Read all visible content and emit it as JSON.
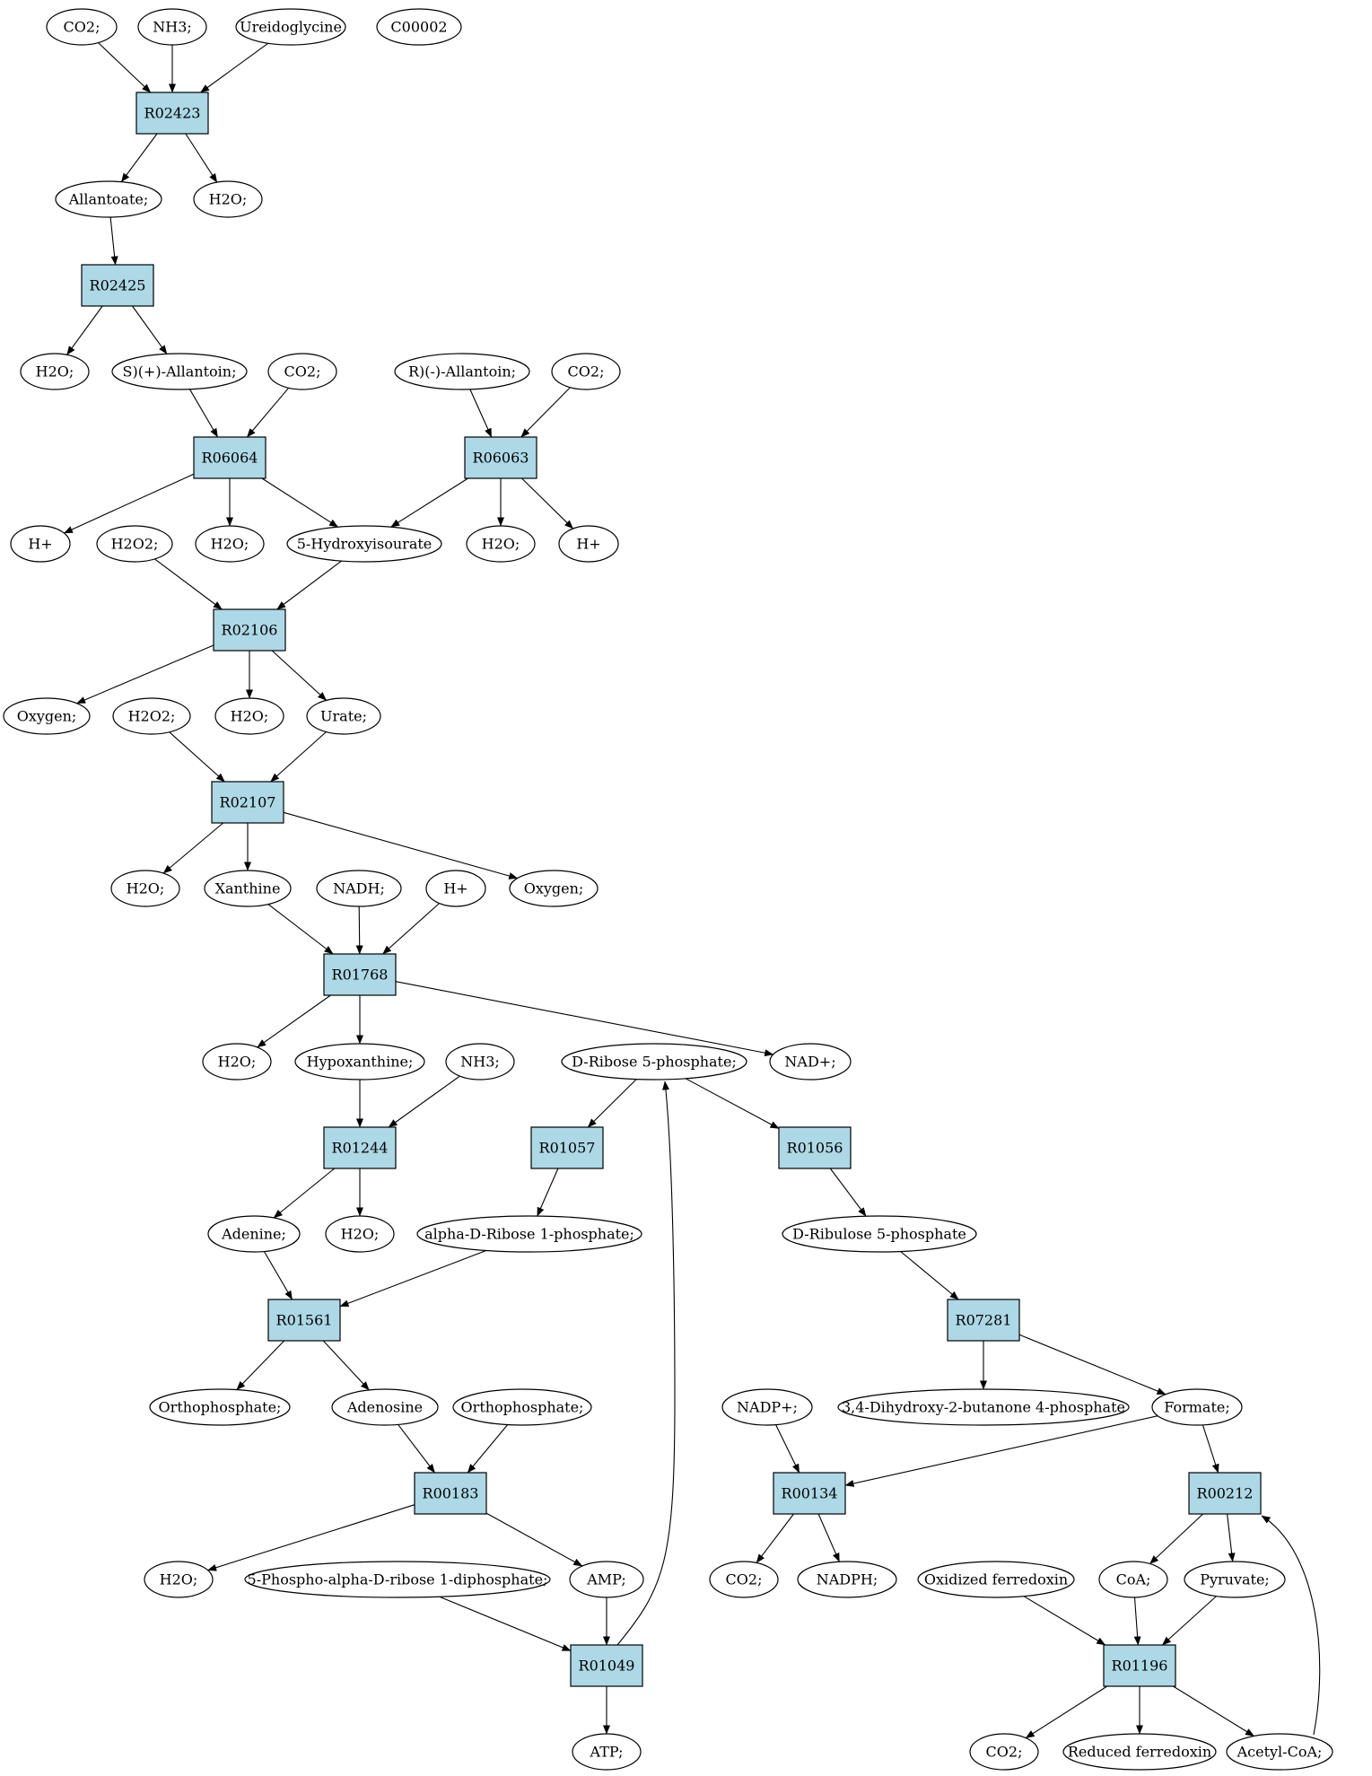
{
  "graph": {
    "colors": {
      "reaction_fill": "#add8e6",
      "compound_fill": "#ffffff",
      "source_fill": "#ffff00",
      "target_fill": "#00ff00",
      "edge": "#000000"
    },
    "nodes": [
      {
        "id": "co2_a",
        "label": "CO2;",
        "shape": "ellipse"
      },
      {
        "id": "nh3_a",
        "label": "NH3;",
        "shape": "ellipse"
      },
      {
        "id": "ureido",
        "label": "Ureidoglycine",
        "shape": "ellipse"
      },
      {
        "id": "c00002",
        "label": "C00002",
        "shape": "ellipse",
        "highlight": "source"
      },
      {
        "id": "r02423",
        "label": "R02423",
        "shape": "box"
      },
      {
        "id": "allantoate",
        "label": "Allantoate;",
        "shape": "ellipse"
      },
      {
        "id": "h2o_a",
        "label": "H2O;",
        "shape": "ellipse"
      },
      {
        "id": "r02425",
        "label": "R02425",
        "shape": "box"
      },
      {
        "id": "h2o_b",
        "label": "H2O;",
        "shape": "ellipse"
      },
      {
        "id": "s_allantoin",
        "label": "S)(+)-Allantoin;",
        "shape": "ellipse"
      },
      {
        "id": "co2_b",
        "label": "CO2;",
        "shape": "ellipse"
      },
      {
        "id": "r_allantoin",
        "label": "R)(-)-Allantoin;",
        "shape": "ellipse"
      },
      {
        "id": "co2_c",
        "label": "CO2;",
        "shape": "ellipse"
      },
      {
        "id": "r06064",
        "label": "R06064",
        "shape": "box"
      },
      {
        "id": "r06063",
        "label": "R06063",
        "shape": "box"
      },
      {
        "id": "hplus_a",
        "label": "H+",
        "shape": "ellipse"
      },
      {
        "id": "h2o2_a",
        "label": "H2O2;",
        "shape": "ellipse"
      },
      {
        "id": "h2o_c",
        "label": "H2O;",
        "shape": "ellipse"
      },
      {
        "id": "hydroxyisourate",
        "label": "5-Hydroxyisourate",
        "shape": "ellipse"
      },
      {
        "id": "h2o_d",
        "label": "H2O;",
        "shape": "ellipse"
      },
      {
        "id": "hplus_b",
        "label": "H+",
        "shape": "ellipse"
      },
      {
        "id": "r02106",
        "label": "R02106",
        "shape": "box"
      },
      {
        "id": "oxygen_a",
        "label": "Oxygen;",
        "shape": "ellipse"
      },
      {
        "id": "h2o2_b",
        "label": "H2O2;",
        "shape": "ellipse"
      },
      {
        "id": "h2o_e",
        "label": "H2O;",
        "shape": "ellipse"
      },
      {
        "id": "urate",
        "label": "Urate;",
        "shape": "ellipse"
      },
      {
        "id": "r02107",
        "label": "R02107",
        "shape": "box"
      },
      {
        "id": "h2o_f",
        "label": "H2O;",
        "shape": "ellipse"
      },
      {
        "id": "xanthine",
        "label": "Xanthine",
        "shape": "ellipse"
      },
      {
        "id": "nadh",
        "label": "NADH;",
        "shape": "ellipse"
      },
      {
        "id": "hplus_c",
        "label": "H+",
        "shape": "ellipse"
      },
      {
        "id": "oxygen_b",
        "label": "Oxygen;",
        "shape": "ellipse"
      },
      {
        "id": "r01768",
        "label": "R01768",
        "shape": "box"
      },
      {
        "id": "h2o_g",
        "label": "H2O;",
        "shape": "ellipse"
      },
      {
        "id": "hypoxanthine",
        "label": "Hypoxanthine;",
        "shape": "ellipse"
      },
      {
        "id": "nh3_b",
        "label": "NH3;",
        "shape": "ellipse"
      },
      {
        "id": "ribose5p",
        "label": "D-Ribose 5-phosphate;",
        "shape": "ellipse",
        "highlight": "target"
      },
      {
        "id": "nadplus",
        "label": "NAD+;",
        "shape": "ellipse"
      },
      {
        "id": "r01244",
        "label": "R01244",
        "shape": "box"
      },
      {
        "id": "r01057",
        "label": "R01057",
        "shape": "box"
      },
      {
        "id": "r01056",
        "label": "R01056",
        "shape": "box"
      },
      {
        "id": "adenine",
        "label": "Adenine;",
        "shape": "ellipse"
      },
      {
        "id": "h2o_h",
        "label": "H2O;",
        "shape": "ellipse"
      },
      {
        "id": "ribose1p",
        "label": "alpha-D-Ribose 1-phosphate;",
        "shape": "ellipse"
      },
      {
        "id": "ribulose5p",
        "label": "D-Ribulose 5-phosphate",
        "shape": "ellipse"
      },
      {
        "id": "r01561",
        "label": "R01561",
        "shape": "box"
      },
      {
        "id": "r07281",
        "label": "R07281",
        "shape": "box"
      },
      {
        "id": "ortho_a",
        "label": "Orthophosphate;",
        "shape": "ellipse"
      },
      {
        "id": "adenosine",
        "label": "Adenosine",
        "shape": "ellipse"
      },
      {
        "id": "ortho_b",
        "label": "Orthophosphate;",
        "shape": "ellipse"
      },
      {
        "id": "nadpplus",
        "label": "NADP+;",
        "shape": "ellipse"
      },
      {
        "id": "dihydroxy",
        "label": "3,4-Dihydroxy-2-butanone 4-phosphate",
        "shape": "ellipse"
      },
      {
        "id": "formate",
        "label": "Formate;",
        "shape": "ellipse"
      },
      {
        "id": "r00183",
        "label": "R00183",
        "shape": "box"
      },
      {
        "id": "r00134",
        "label": "R00134",
        "shape": "box"
      },
      {
        "id": "r00212",
        "label": "R00212",
        "shape": "box"
      },
      {
        "id": "h2o_i",
        "label": "H2O;",
        "shape": "ellipse"
      },
      {
        "id": "prpp",
        "label": "5-Phospho-alpha-D-ribose 1-diphosphate;",
        "shape": "ellipse"
      },
      {
        "id": "amp",
        "label": "AMP;",
        "shape": "ellipse"
      },
      {
        "id": "co2_d",
        "label": "CO2;",
        "shape": "ellipse"
      },
      {
        "id": "nadph",
        "label": "NADPH;",
        "shape": "ellipse"
      },
      {
        "id": "ox_ferredoxin",
        "label": "Oxidized ferredoxin",
        "shape": "ellipse"
      },
      {
        "id": "coa",
        "label": "CoA;",
        "shape": "ellipse"
      },
      {
        "id": "pyruvate",
        "label": "Pyruvate;",
        "shape": "ellipse"
      },
      {
        "id": "r01049",
        "label": "R01049",
        "shape": "box"
      },
      {
        "id": "r01196",
        "label": "R01196",
        "shape": "box"
      },
      {
        "id": "atp",
        "label": "ATP;",
        "shape": "ellipse"
      },
      {
        "id": "co2_e",
        "label": "CO2;",
        "shape": "ellipse"
      },
      {
        "id": "red_ferredoxin",
        "label": "Reduced ferredoxin",
        "shape": "ellipse"
      },
      {
        "id": "acetylcoa",
        "label": "Acetyl-CoA;",
        "shape": "ellipse"
      }
    ],
    "edges": [
      {
        "from": "co2_a",
        "to": "r02423"
      },
      {
        "from": "nh3_a",
        "to": "r02423"
      },
      {
        "from": "ureido",
        "to": "r02423"
      },
      {
        "from": "r02423",
        "to": "allantoate"
      },
      {
        "from": "r02423",
        "to": "h2o_a"
      },
      {
        "from": "allantoate",
        "to": "r02425"
      },
      {
        "from": "r02425",
        "to": "h2o_b"
      },
      {
        "from": "r02425",
        "to": "s_allantoin"
      },
      {
        "from": "s_allantoin",
        "to": "r06064"
      },
      {
        "from": "co2_b",
        "to": "r06064"
      },
      {
        "from": "r_allantoin",
        "to": "r06063"
      },
      {
        "from": "co2_c",
        "to": "r06063"
      },
      {
        "from": "r06064",
        "to": "hplus_a"
      },
      {
        "from": "r06064",
        "to": "h2o_c"
      },
      {
        "from": "r06064",
        "to": "hydroxyisourate"
      },
      {
        "from": "r06063",
        "to": "hydroxyisourate"
      },
      {
        "from": "r06063",
        "to": "h2o_d"
      },
      {
        "from": "r06063",
        "to": "hplus_b"
      },
      {
        "from": "h2o2_a",
        "to": "r02106"
      },
      {
        "from": "hydroxyisourate",
        "to": "r02106"
      },
      {
        "from": "r02106",
        "to": "oxygen_a"
      },
      {
        "from": "r02106",
        "to": "h2o_e"
      },
      {
        "from": "r02106",
        "to": "urate"
      },
      {
        "from": "h2o2_b",
        "to": "r02107"
      },
      {
        "from": "urate",
        "to": "r02107"
      },
      {
        "from": "r02107",
        "to": "h2o_f"
      },
      {
        "from": "r02107",
        "to": "xanthine"
      },
      {
        "from": "r02107",
        "to": "oxygen_b"
      },
      {
        "from": "xanthine",
        "to": "r01768"
      },
      {
        "from": "nadh",
        "to": "r01768"
      },
      {
        "from": "hplus_c",
        "to": "r01768"
      },
      {
        "from": "r01768",
        "to": "h2o_g"
      },
      {
        "from": "r01768",
        "to": "hypoxanthine"
      },
      {
        "from": "r01768",
        "to": "nadplus"
      },
      {
        "from": "hypoxanthine",
        "to": "r01244"
      },
      {
        "from": "nh3_b",
        "to": "r01244"
      },
      {
        "from": "ribose5p",
        "to": "r01057"
      },
      {
        "from": "ribose5p",
        "to": "r01056"
      },
      {
        "from": "r01244",
        "to": "adenine"
      },
      {
        "from": "r01244",
        "to": "h2o_h"
      },
      {
        "from": "r01057",
        "to": "ribose1p"
      },
      {
        "from": "r01056",
        "to": "ribulose5p"
      },
      {
        "from": "adenine",
        "to": "r01561"
      },
      {
        "from": "ribose1p",
        "to": "r01561"
      },
      {
        "from": "ribulose5p",
        "to": "r07281"
      },
      {
        "from": "r01561",
        "to": "ortho_a"
      },
      {
        "from": "r01561",
        "to": "adenosine"
      },
      {
        "from": "r07281",
        "to": "dihydroxy"
      },
      {
        "from": "r07281",
        "to": "formate"
      },
      {
        "from": "adenosine",
        "to": "r00183"
      },
      {
        "from": "ortho_b",
        "to": "r00183"
      },
      {
        "from": "nadpplus",
        "to": "r00134"
      },
      {
        "from": "formate",
        "to": "r00134"
      },
      {
        "from": "formate",
        "to": "r00212"
      },
      {
        "from": "r00183",
        "to": "h2o_i"
      },
      {
        "from": "r00183",
        "to": "amp"
      },
      {
        "from": "r00134",
        "to": "co2_d"
      },
      {
        "from": "r00134",
        "to": "nadph"
      },
      {
        "from": "r00212",
        "to": "coa"
      },
      {
        "from": "r00212",
        "to": "pyruvate"
      },
      {
        "from": "prpp",
        "to": "r01049"
      },
      {
        "from": "amp",
        "to": "r01049"
      },
      {
        "from": "r01049",
        "to": "ribose5p"
      },
      {
        "from": "r01049",
        "to": "atp"
      },
      {
        "from": "ox_ferredoxin",
        "to": "r01196"
      },
      {
        "from": "coa",
        "to": "r01196"
      },
      {
        "from": "pyruvate",
        "to": "r01196"
      },
      {
        "from": "r01196",
        "to": "co2_e"
      },
      {
        "from": "r01196",
        "to": "red_ferredoxin"
      },
      {
        "from": "r01196",
        "to": "acetylcoa"
      },
      {
        "from": "acetylcoa",
        "to": "r00212"
      }
    ]
  }
}
